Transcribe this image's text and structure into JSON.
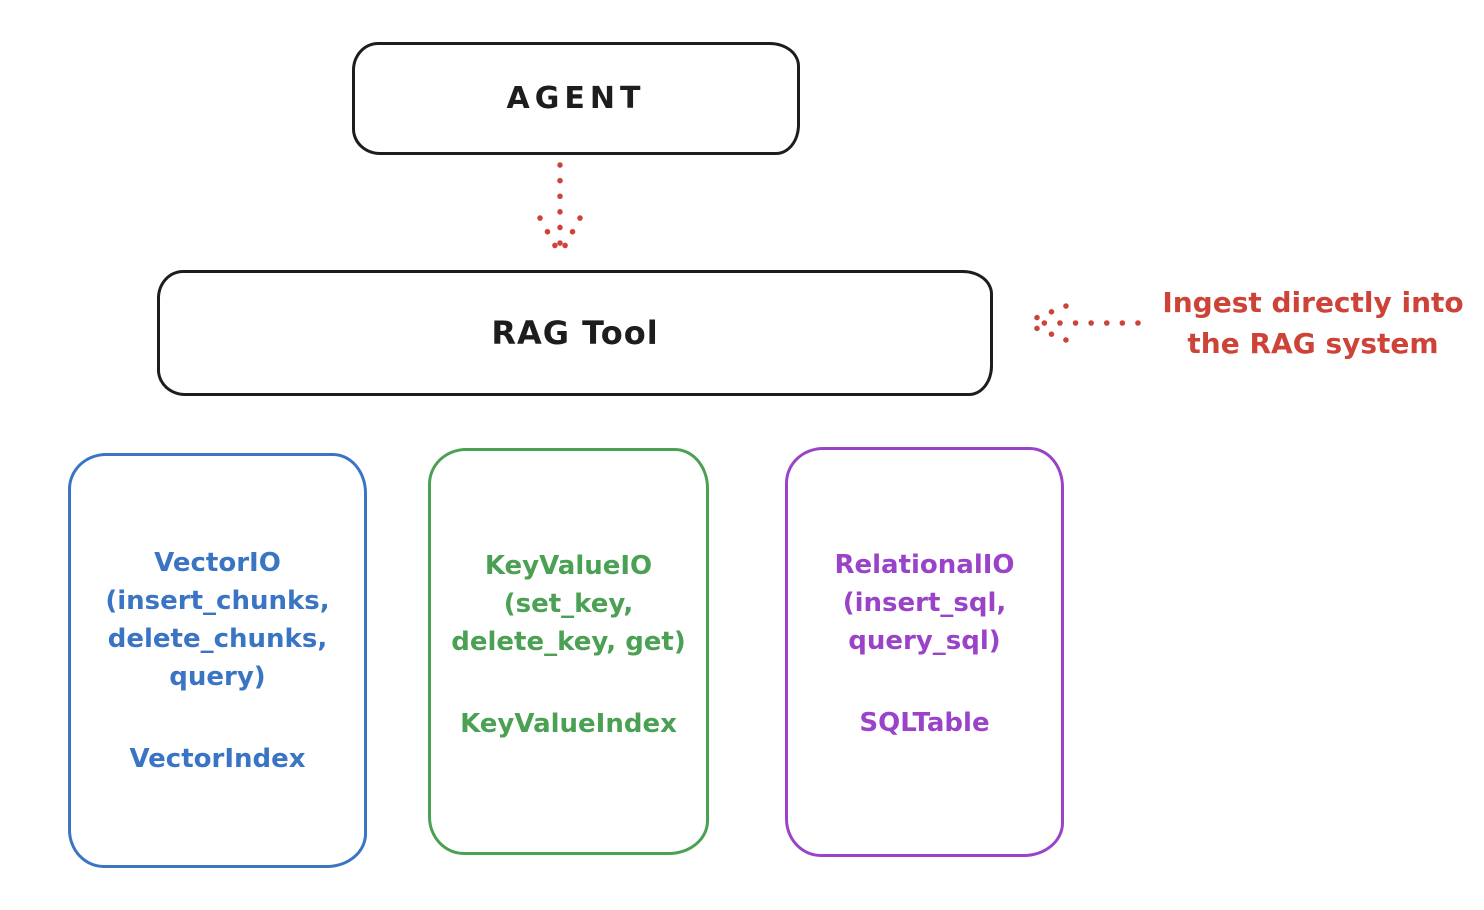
{
  "canvas": {
    "background": "#ffffff"
  },
  "colors": {
    "ink": "#1d1d1d",
    "red": "#cd4338",
    "blue": "#3a75c4",
    "green": "#4aa154",
    "purple": "#9a43c8"
  },
  "agent_box": {
    "label": "AGENT"
  },
  "rag_tool_box": {
    "label": "RAG Tool"
  },
  "annotation": {
    "text": "Ingest directly into\nthe RAG system"
  },
  "arrows": [
    {
      "name": "agent-to-rag-arrow",
      "style": "dotted",
      "direction": "down",
      "color": "#cd4338"
    },
    {
      "name": "ingest-annotation-arrow",
      "style": "dotted",
      "direction": "left",
      "color": "#cd4338"
    }
  ],
  "io_boxes": [
    {
      "title": "VectorIO",
      "methods": "(insert_chunks,\ndelete_chunks,\nquery)",
      "index": "VectorIndex",
      "color": "#3a75c4"
    },
    {
      "title": "KeyValueIO",
      "methods": "(set_key,\ndelete_key, get)",
      "index": "KeyValueIndex",
      "color": "#4aa154"
    },
    {
      "title": "RelationalIO",
      "methods": "(insert_sql,\nquery_sql)",
      "index": "SQLTable",
      "color": "#9a43c8"
    }
  ]
}
